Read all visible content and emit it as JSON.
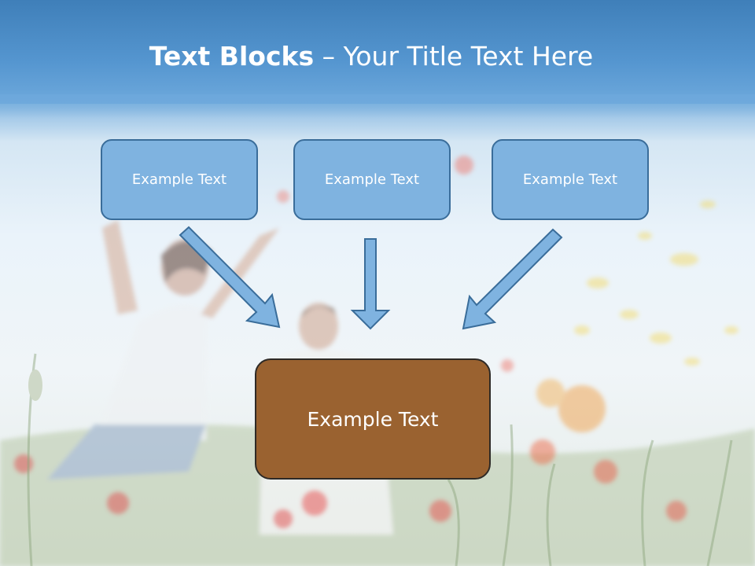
{
  "slide": {
    "title_bold": "Text Blocks",
    "title_dash": " – ",
    "title_rest": "Your Title Text Here",
    "blocks": [
      {
        "label": "Example Text"
      },
      {
        "label": "Example Text"
      },
      {
        "label": "Example Text"
      }
    ],
    "target": {
      "label": "Example Text"
    }
  },
  "colors": {
    "header": "#4f8fc6",
    "block_fill": "#7fb3e0",
    "block_border": "#3a6d9a",
    "target_fill": "#9a6230",
    "arrow_fill": "#7fb3e0"
  }
}
